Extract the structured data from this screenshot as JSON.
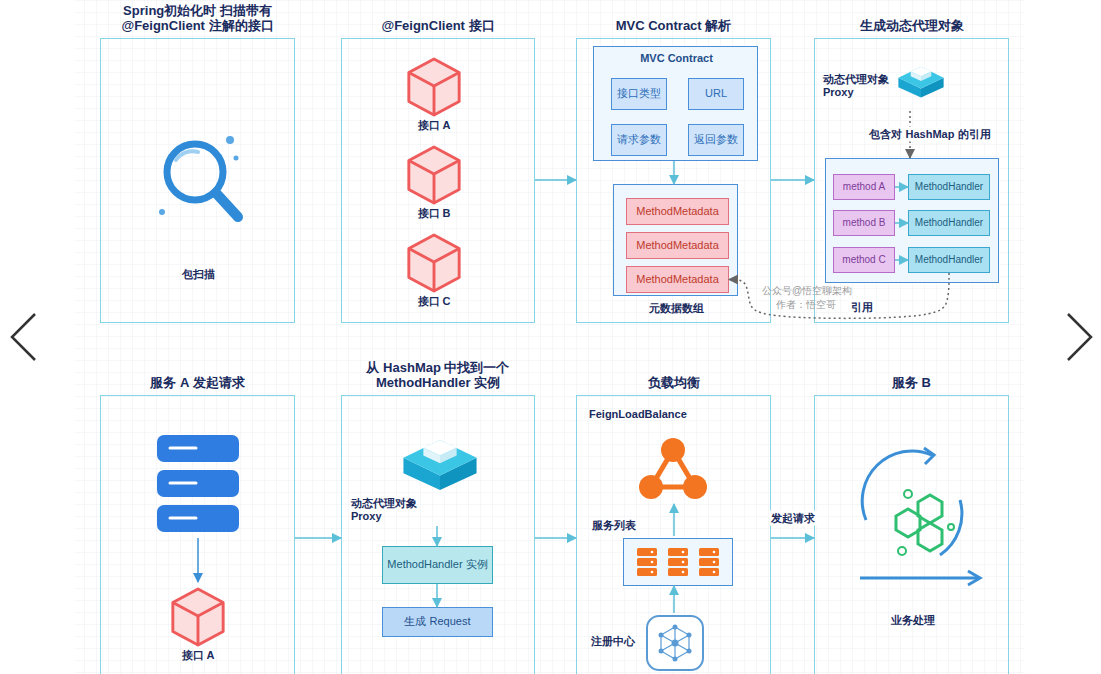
{
  "diagram": {
    "nodes": [
      {
        "text": [
          "Spring初始化时 扫描带有 @FeignClient 注解的接口",
          "包扫描"
        ]
      },
      {
        "text": [
          "@FeignClient 接口"
        ]
      },
      {
        "text": [
          "接口 A"
        ],
        "in": 1
      },
      {
        "text": [
          "接口 B"
        ],
        "in": 1
      },
      {
        "text": [
          "接口 C"
        ],
        "in": 1
      },
      {
        "text": [
          "MVC Contract 解析"
        ]
      },
      {
        "text": [
          "MVC Contract"
        ],
        "in": 5
      },
      {
        "text": [
          "接口类型"
        ],
        "in": 6
      },
      {
        "text": [
          "URL"
        ],
        "in": 6
      },
      {
        "text": [
          "请求参数"
        ],
        "in": 6
      },
      {
        "text": [
          "返回参数"
        ],
        "in": 6
      },
      {
        "text": [
          "元数据数组"
        ],
        "in": 5
      },
      {
        "text": [
          "MethodMetadata"
        ],
        "in": 11
      },
      {
        "text": [
          "MethodMetadata"
        ],
        "in": 11
      },
      {
        "text": [
          "MethodMetadata"
        ],
        "in": 11
      },
      {
        "text": [
          "生成动态代理对象"
        ]
      },
      {
        "text": [
          "动态代理对象 Proxy"
        ],
        "in": 15
      },
      {
        "text": [],
        "in": 15
      },
      {
        "text": [
          "method A"
        ],
        "in": 17
      },
      {
        "text": [
          "MethodHandler"
        ],
        "in": 17
      },
      {
        "text": [
          "method B"
        ],
        "in": 17
      },
      {
        "text": [
          "MethodHandler"
        ],
        "in": 17
      },
      {
        "text": [
          "method C"
        ],
        "in": 17
      },
      {
        "text": [
          "MethodHandler"
        ],
        "in": 17
      },
      {
        "text": [
          "服务 A 发起请求"
        ]
      },
      {
        "text": [
          "接口 A"
        ],
        "in": 24
      },
      {
        "text": [
          "从 HashMap 中找到一个 MethodHandler 实例"
        ]
      },
      {
        "text": [
          "动态代理对象 Proxy"
        ],
        "in": 26
      },
      {
        "text": [
          "MethodHandler 实例"
        ],
        "in": 26
      },
      {
        "text": [
          "生成 Request"
        ],
        "in": 26
      },
      {
        "text": [
          "负载均衡",
          "FeignLoadBalance"
        ]
      },
      {
        "text": [
          "服务列表"
        ],
        "in": 30
      },
      {
        "text": [
          "注册中心"
        ],
        "in": 30
      },
      {
        "text": [
          "服务 B",
          "业务处理"
        ]
      }
    ],
    "edges": [
      {
        "from": 1,
        "to": 5,
        "arrow": "to"
      },
      {
        "from": 5,
        "to": 15,
        "arrow": "to"
      },
      {
        "from": 6,
        "to": 11,
        "arrow": "to"
      },
      {
        "from": 16,
        "to": 17,
        "label": "包含对 HashMap 的引用",
        "arrow": "to"
      },
      {
        "from": 18,
        "to": 19,
        "arrow": "to"
      },
      {
        "from": 20,
        "to": 21,
        "arrow": "to"
      },
      {
        "from": 22,
        "to": 23,
        "arrow": "to"
      },
      {
        "from": 23,
        "to": 14,
        "label": "引用",
        "arrow": "to"
      },
      {
        "from": 24,
        "to": 26,
        "arrow": "to"
      },
      {
        "from": 26,
        "to": 30,
        "arrow": "to"
      },
      {
        "from": 30,
        "to": 33,
        "label": "发起请求",
        "arrow": "to"
      },
      {
        "from": 27,
        "to": 28,
        "arrow": "to"
      },
      {
        "from": 28,
        "to": 29,
        "arrow": "to"
      },
      {
        "from": 32,
        "to": 31,
        "arrow": "to"
      }
    ],
    "labels": [
      "公众号@悟空聊架构",
      "作者：悟空哥"
    ]
  }
}
